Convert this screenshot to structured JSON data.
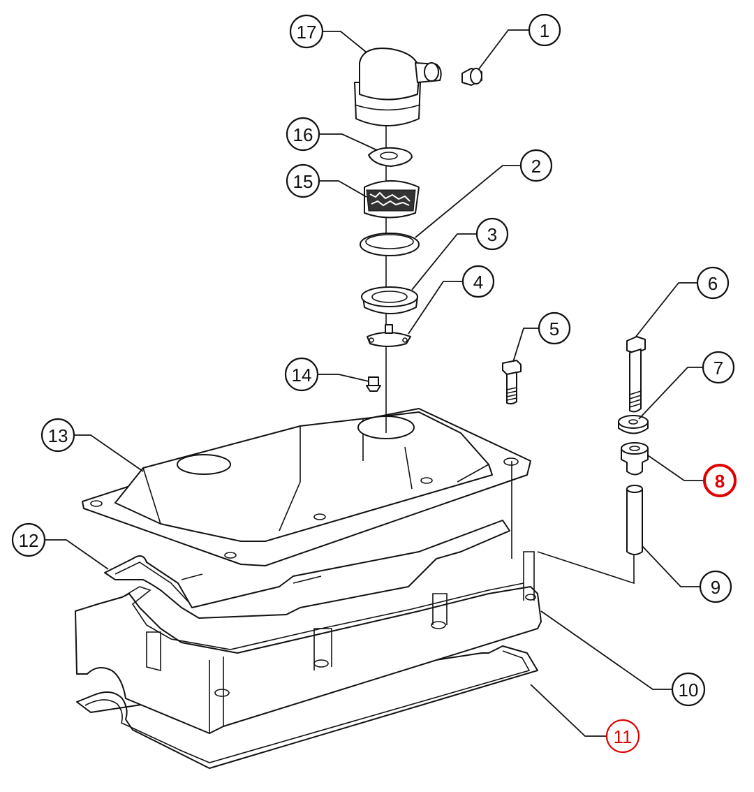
{
  "diagram": {
    "callouts": [
      {
        "id": "c1",
        "label": "1",
        "style": "normal"
      },
      {
        "id": "c2",
        "label": "2",
        "style": "normal"
      },
      {
        "id": "c3",
        "label": "3",
        "style": "normal"
      },
      {
        "id": "c4",
        "label": "4",
        "style": "normal"
      },
      {
        "id": "c5",
        "label": "5",
        "style": "normal"
      },
      {
        "id": "c6",
        "label": "6",
        "style": "normal"
      },
      {
        "id": "c7",
        "label": "7",
        "style": "normal"
      },
      {
        "id": "c8",
        "label": "8",
        "style": "highlight-red-bold"
      },
      {
        "id": "c9",
        "label": "9",
        "style": "normal"
      },
      {
        "id": "c10",
        "label": "10",
        "style": "normal"
      },
      {
        "id": "c11",
        "label": "11",
        "style": "highlight-red"
      },
      {
        "id": "c12",
        "label": "12",
        "style": "normal"
      },
      {
        "id": "c13",
        "label": "13",
        "style": "normal"
      },
      {
        "id": "c14",
        "label": "14",
        "style": "normal"
      },
      {
        "id": "c15",
        "label": "15",
        "style": "normal"
      },
      {
        "id": "c16",
        "label": "16",
        "style": "normal"
      },
      {
        "id": "c17",
        "label": "17",
        "style": "normal"
      }
    ],
    "colors": {
      "line": "#111111",
      "highlight": "#e00000",
      "background": "#ffffff"
    }
  }
}
